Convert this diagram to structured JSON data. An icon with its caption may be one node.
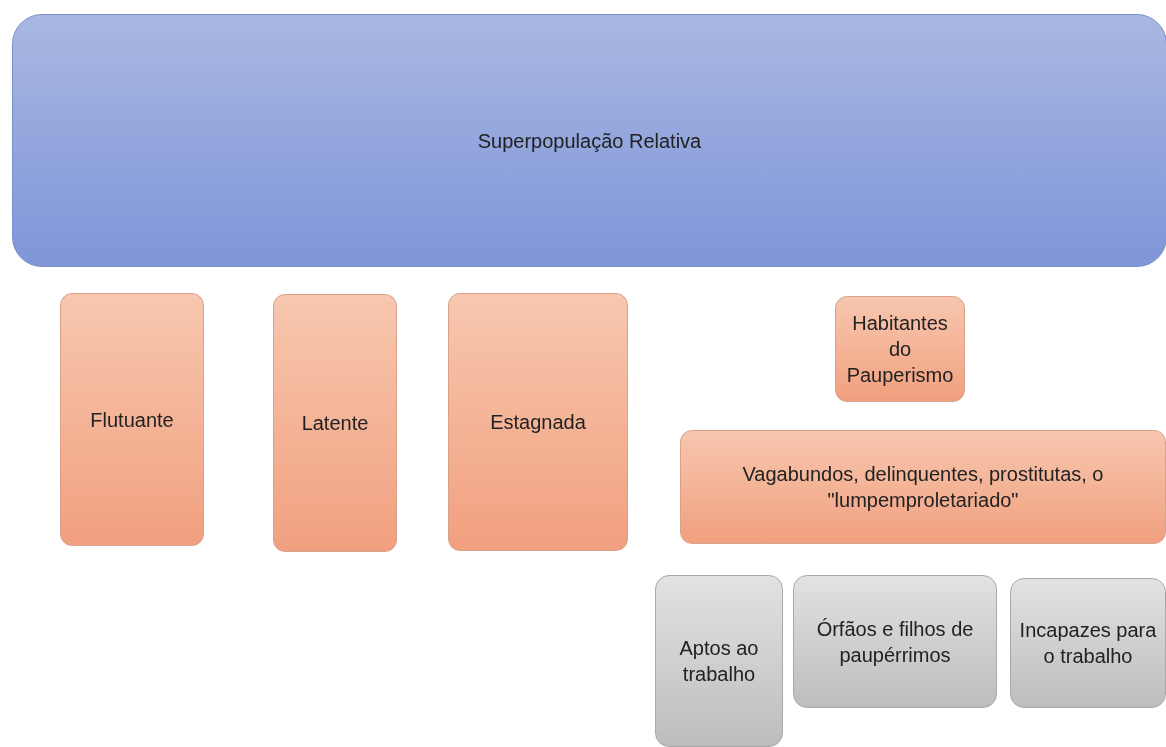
{
  "diagram": {
    "nodes": [
      {
        "text": [
          "Superpopulação Relativa"
        ]
      },
      {
        "text": [
          "Flutuante"
        ]
      },
      {
        "text": [
          "Latente"
        ]
      },
      {
        "text": [
          "Estagnada"
        ]
      },
      {
        "text": [
          "Habitantes do Pauperismo"
        ]
      },
      {
        "text": [
          "Vagabundos, delinquentes, prostitutas, o \"lumpemproletariado\""
        ]
      },
      {
        "text": [
          "Aptos ao trabalho"
        ]
      },
      {
        "text": [
          "Órfãos e filhos de paupérrimos"
        ]
      },
      {
        "text": [
          "Incapazes para o trabalho"
        ]
      }
    ]
  }
}
